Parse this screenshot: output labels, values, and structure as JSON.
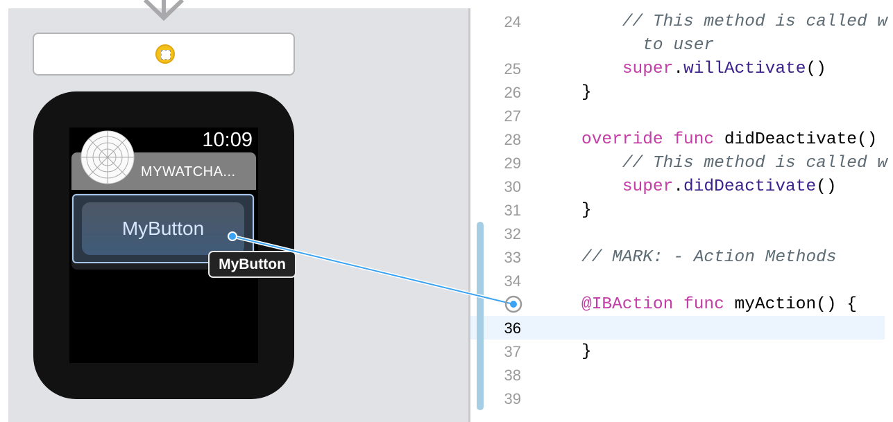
{
  "canvas": {
    "time": "10:09",
    "app_name": "MYWATCHA...",
    "button_label": "MyButton",
    "tooltip": "MyButton"
  },
  "colors": {
    "keyword": "#c33ea6",
    "method": "#3b1f8a",
    "comment": "#5d6b74",
    "connection": "#3aa3f3"
  },
  "editor": {
    "lines": [
      {
        "n": "24",
        "indent": "    ",
        "parts": [
          {
            "t": "// This method is called w",
            "c": "cm"
          }
        ]
      },
      {
        "n": "",
        "indent": "      ",
        "parts": [
          {
            "t": "to user",
            "c": "cm"
          }
        ]
      },
      {
        "n": "25",
        "indent": "    ",
        "parts": [
          {
            "t": "super",
            "c": "kw"
          },
          {
            "t": ".",
            "c": ""
          },
          {
            "t": "willActivate",
            "c": "fn"
          },
          {
            "t": "()",
            "c": ""
          }
        ]
      },
      {
        "n": "26",
        "indent": "",
        "parts": [
          {
            "t": "}",
            "c": ""
          }
        ]
      },
      {
        "n": "27",
        "indent": "",
        "parts": []
      },
      {
        "n": "28",
        "indent": "",
        "parts": [
          {
            "t": "override",
            "c": "kw"
          },
          {
            "t": " ",
            "c": ""
          },
          {
            "t": "func",
            "c": "kw"
          },
          {
            "t": " didDeactivate()",
            "c": ""
          }
        ]
      },
      {
        "n": "29",
        "indent": "    ",
        "parts": [
          {
            "t": "// This method is called w",
            "c": "cm"
          }
        ]
      },
      {
        "n": "30",
        "indent": "    ",
        "parts": [
          {
            "t": "super",
            "c": "kw"
          },
          {
            "t": ".",
            "c": ""
          },
          {
            "t": "didDeactivate",
            "c": "fn"
          },
          {
            "t": "()",
            "c": ""
          }
        ]
      },
      {
        "n": "31",
        "indent": "",
        "parts": [
          {
            "t": "}",
            "c": ""
          }
        ]
      },
      {
        "n": "32",
        "indent": "",
        "parts": []
      },
      {
        "n": "33",
        "indent": "",
        "parts": [
          {
            "t": "// MARK: - Action Methods",
            "c": "cm"
          }
        ]
      },
      {
        "n": "34",
        "indent": "",
        "parts": []
      },
      {
        "n": "",
        "indent": "",
        "parts": [
          {
            "t": "@IBAction",
            "c": "kw"
          },
          {
            "t": " ",
            "c": ""
          },
          {
            "t": "func",
            "c": "kw"
          },
          {
            "t": " myAction() {",
            "c": ""
          }
        ]
      },
      {
        "n": "36",
        "indent": "",
        "parts": [],
        "current": true
      },
      {
        "n": "37",
        "indent": "",
        "parts": [
          {
            "t": "}",
            "c": ""
          }
        ]
      },
      {
        "n": "38",
        "indent": "",
        "parts": []
      },
      {
        "n": "39",
        "indent": "",
        "parts": []
      }
    ]
  }
}
